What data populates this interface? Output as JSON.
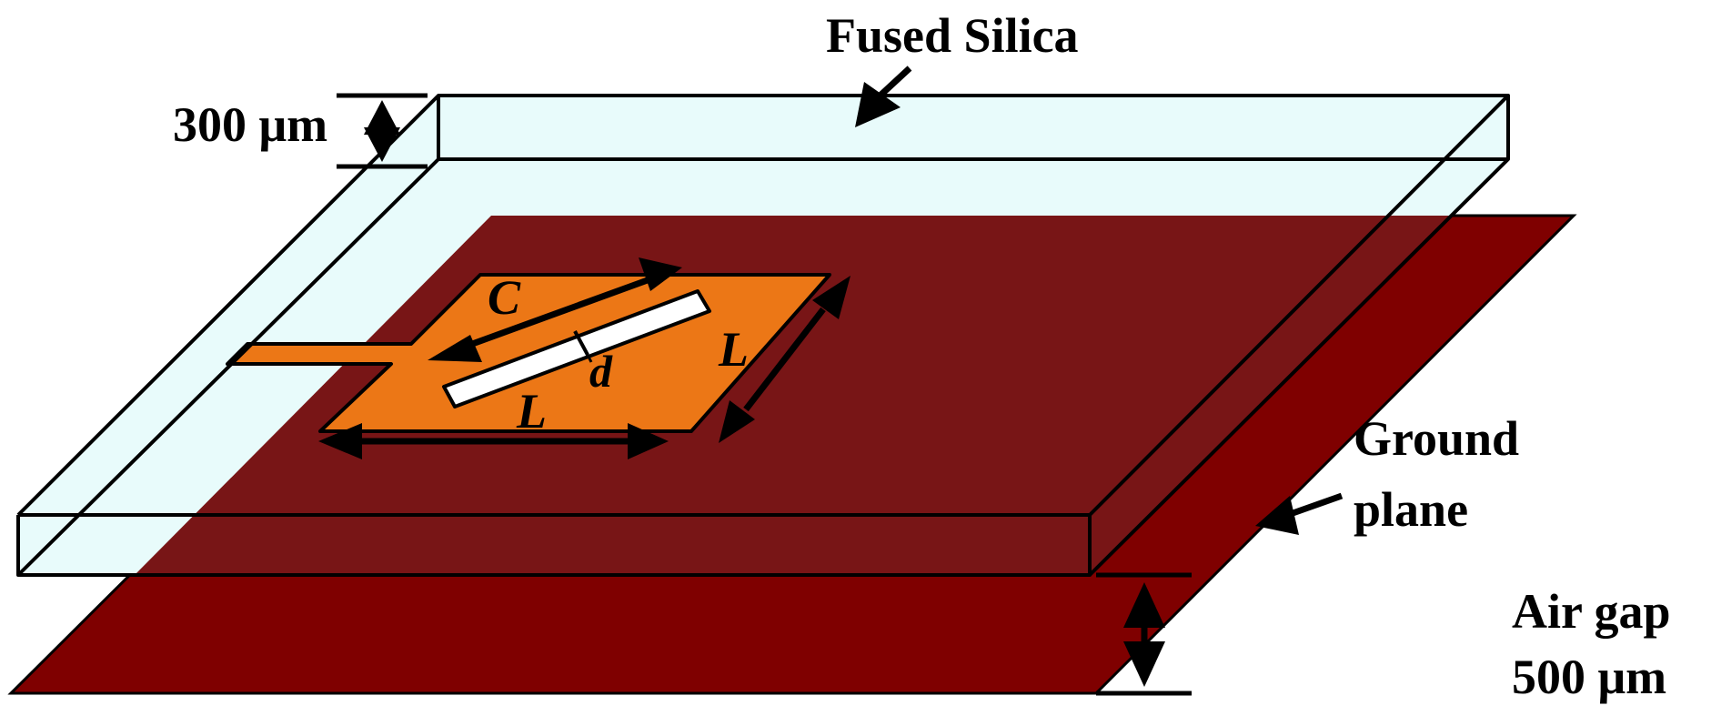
{
  "labels": {
    "substrate": "Fused Silica",
    "substrate_thickness": "300 μm",
    "ground_line1": "Ground",
    "ground_line2": "plane",
    "air_line1": "Air gap",
    "air_line2": "500 μm"
  },
  "dimensions": {
    "c": "C",
    "d": "d",
    "l_horizontal": "L",
    "l_diagonal": "L"
  },
  "colors": {
    "ground_plane": "#7f0000",
    "ground_under_substrate": "#781516",
    "substrate": "#e8fbfb",
    "patch": "#ec7716",
    "slot": "#ffffff"
  }
}
